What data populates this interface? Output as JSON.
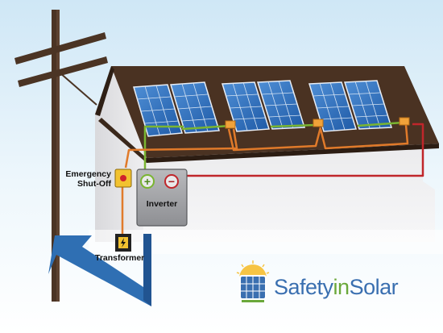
{
  "labels": {
    "emergency_line1": "Emergency",
    "emergency_line2": "Shut-Off",
    "inverter": "Inverter",
    "transformer": "Transformer",
    "plus_symbol": "+",
    "minus_symbol": "−"
  },
  "brand": {
    "part1": "Safety",
    "part2": "in",
    "part3": "Solar"
  },
  "colors": {
    "sky_top": "#cfe7f6",
    "sky_bottom": "#ffffff",
    "roof": "#4a3222",
    "panel": "#2f6fb8",
    "wire_positive": "#7ab531",
    "wire_orange": "#e07a2a",
    "wire_negative": "#c0262b",
    "grid_arrow": "#2f6fb3",
    "pole": "#4b3424",
    "brand_blue": "#3a6fb0",
    "brand_green": "#6aa83a"
  }
}
